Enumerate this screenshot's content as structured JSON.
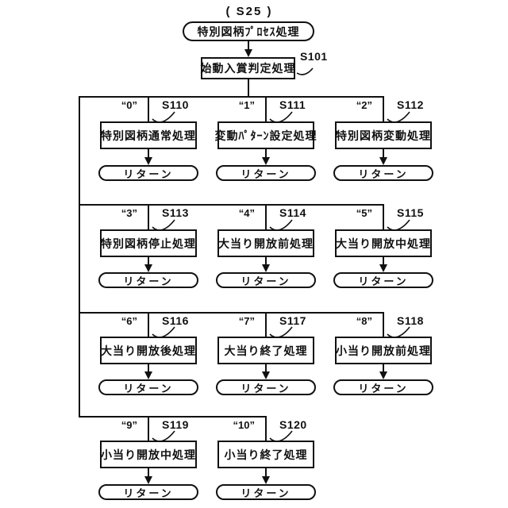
{
  "figure": {
    "top_label": "( S25 )",
    "start_terminator": "特別図柄ﾌﾟﾛｾｽ処理",
    "judge_box": {
      "text": "始動入賞判定処理",
      "step": "S101"
    },
    "return_label": "リターン",
    "branches": [
      {
        "value": "“0”",
        "step": "S110",
        "text": "特別図柄通常処理"
      },
      {
        "value": "“1”",
        "step": "S111",
        "text": "変動ﾊﾟﾀｰﾝ設定処理"
      },
      {
        "value": "“2”",
        "step": "S112",
        "text": "特別図柄変動処理"
      },
      {
        "value": "“3”",
        "step": "S113",
        "text": "特別図柄停止処理"
      },
      {
        "value": "“4”",
        "step": "S114",
        "text": "大当り開放前処理"
      },
      {
        "value": "“5”",
        "step": "S115",
        "text": "大当り開放中処理"
      },
      {
        "value": "“6”",
        "step": "S116",
        "text": "大当り開放後処理"
      },
      {
        "value": "“7”",
        "step": "S117",
        "text": "大当り終了処理"
      },
      {
        "value": "“8”",
        "step": "S118",
        "text": "小当り開放前処理"
      },
      {
        "value": "“9”",
        "step": "S119",
        "text": "小当り開放中処理"
      },
      {
        "value": "“10”",
        "step": "S120",
        "text": "小当り終了処理"
      }
    ]
  },
  "colors": {
    "line": "#111111",
    "background": "#ffffff"
  }
}
